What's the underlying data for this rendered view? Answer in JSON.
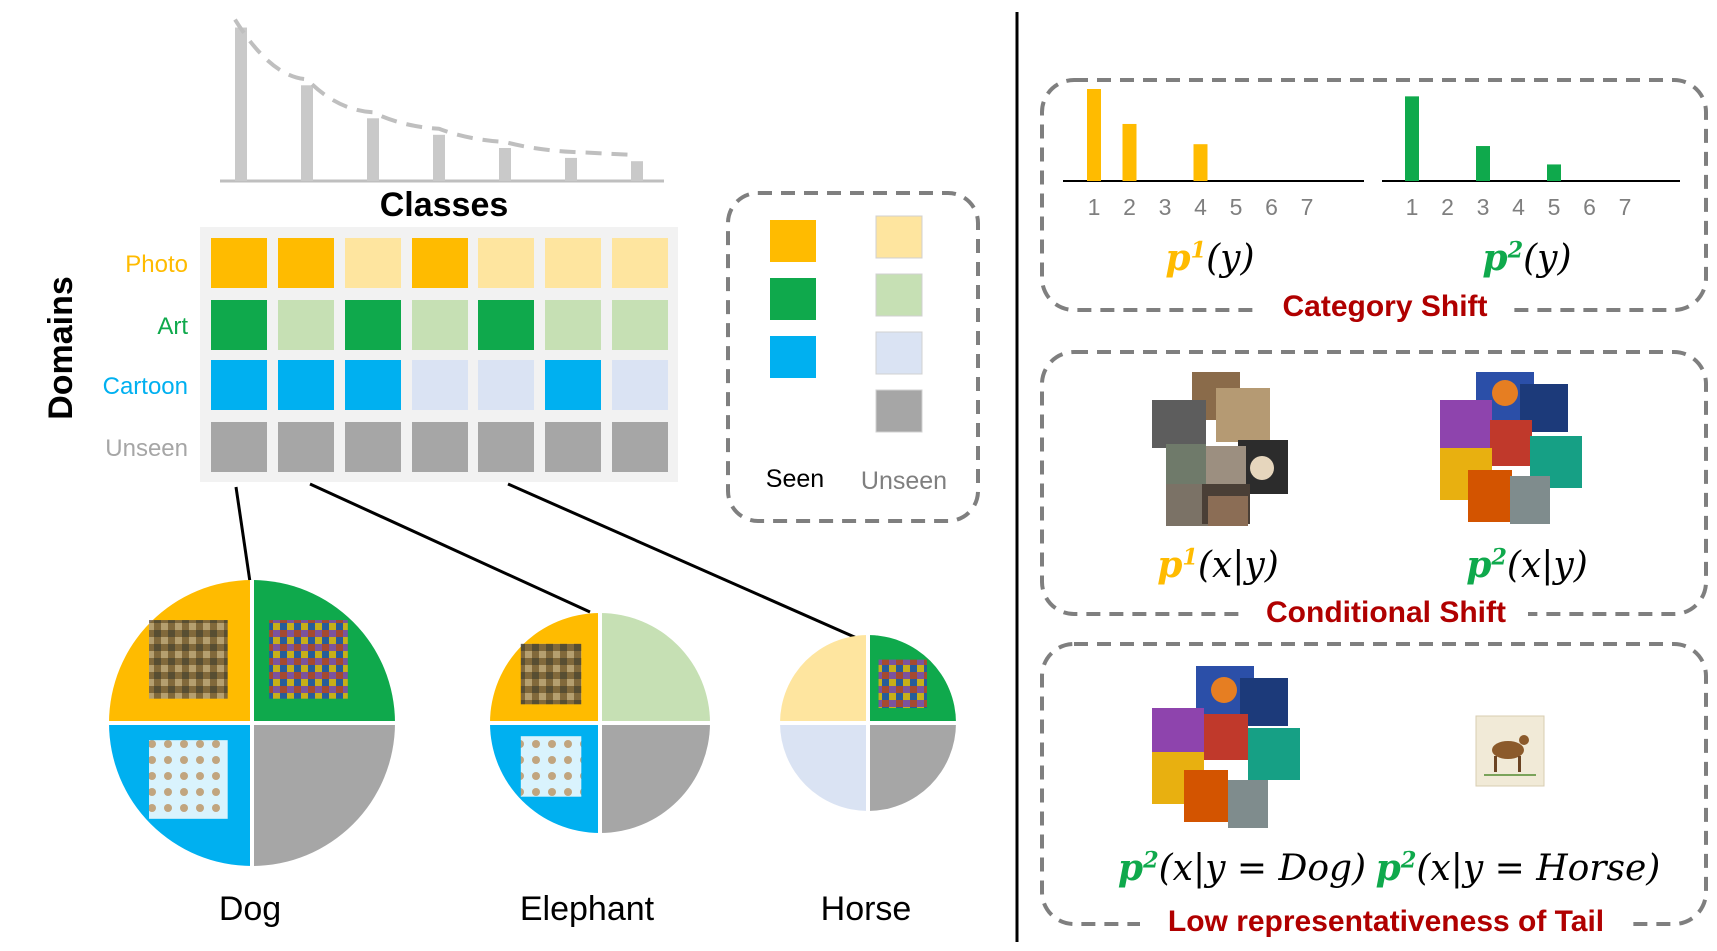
{
  "left": {
    "bars_title": "Classes",
    "domains_title": "Domains",
    "class_frequency_bars": [
      0.93,
      0.58,
      0.38,
      0.28,
      0.2,
      0.14,
      0.12
    ],
    "rows": [
      {
        "label": "Photo",
        "color": "#FFBB00",
        "light": "#FEE59F",
        "seen": [
          true,
          true,
          false,
          true,
          false,
          false,
          false
        ]
      },
      {
        "label": "Art",
        "color": "#0FA94C",
        "light": "#C6E0B4",
        "seen": [
          true,
          false,
          true,
          false,
          true,
          false,
          false
        ]
      },
      {
        "label": "Cartoon",
        "color": "#00B0F0",
        "light": "#DAE3F3",
        "seen": [
          true,
          true,
          true,
          false,
          false,
          true,
          false
        ]
      },
      {
        "label": "Unseen",
        "color": "#A6A6A6",
        "light": "#A6A6A6",
        "seen": [
          true,
          true,
          true,
          true,
          true,
          true,
          true
        ]
      }
    ],
    "legend": {
      "seen": "Seen",
      "unseen": "Unseen"
    },
    "pies": [
      {
        "label": "Dog",
        "quadrants": [
          "seen",
          "seen",
          "seen",
          "unseen"
        ]
      },
      {
        "label": "Elephant",
        "quadrants": [
          "seen",
          "unseen",
          "seen",
          "unseen"
        ]
      },
      {
        "label": "Horse",
        "quadrants": [
          "unseen",
          "seen",
          "unseen",
          "unseen"
        ]
      }
    ]
  },
  "right": {
    "category_shift": {
      "title": "Category Shift",
      "p1": {
        "label_main": "p",
        "sup": "1",
        "rest": "(y)",
        "color": "#FFBB00",
        "ticks": [
          "1",
          "2",
          "3",
          "4",
          "5",
          "6",
          "7"
        ],
        "values": [
          1.0,
          0.62,
          0,
          0.4,
          0,
          0,
          0
        ]
      },
      "p2": {
        "label_main": "p",
        "sup": "2",
        "rest": "(y)",
        "color": "#0FA94C",
        "ticks": [
          "1",
          "2",
          "3",
          "4",
          "5",
          "6",
          "7"
        ],
        "values": [
          0.92,
          0,
          0.38,
          0,
          0.18,
          0,
          0
        ]
      }
    },
    "conditional_shift": {
      "title": "Conditional Shift",
      "p1_label": {
        "main": "p",
        "sup": "1",
        "rest": "(x|y)"
      },
      "p2_label": {
        "main": "p",
        "sup": "2",
        "rest": "(x|y)"
      }
    },
    "tail": {
      "title": "Low representativeness of Tail",
      "left_label": {
        "main": "p",
        "sup": "2",
        "rest": "(x|y = Dog)"
      },
      "right_label": {
        "main": "p",
        "sup": "2",
        "rest": "(x|y = Horse)"
      }
    }
  }
}
